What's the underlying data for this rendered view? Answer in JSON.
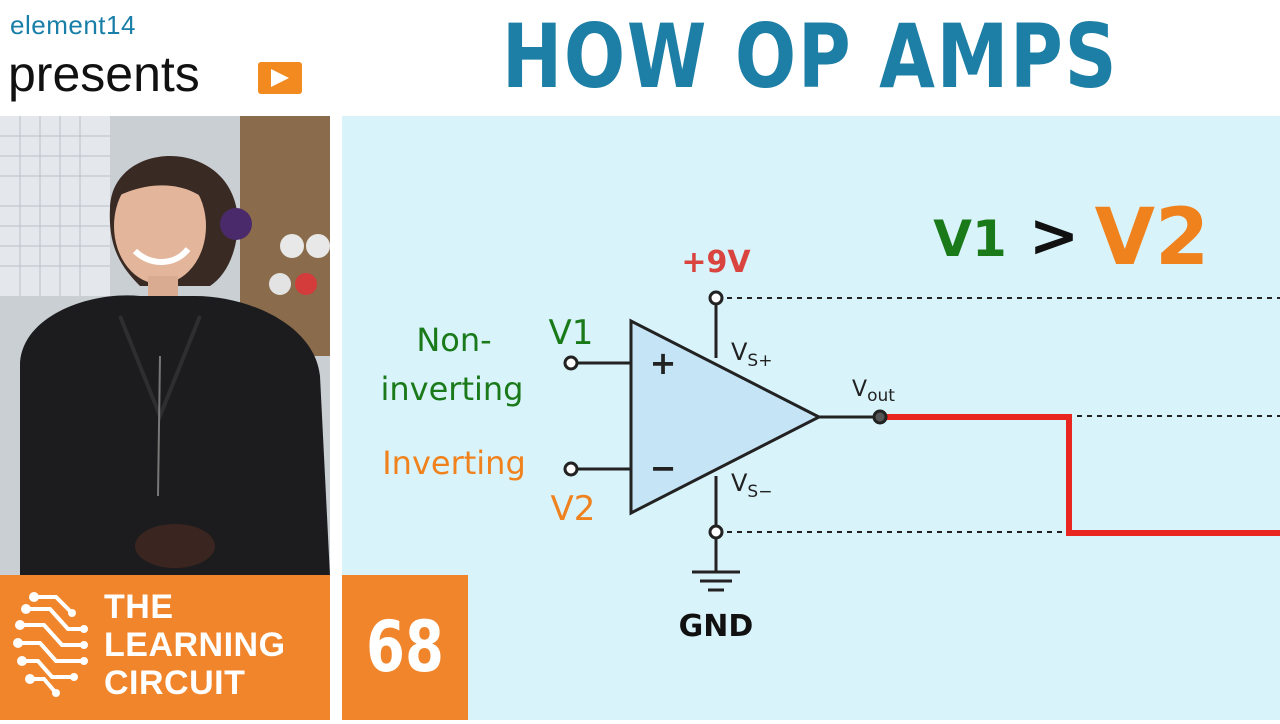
{
  "branding": {
    "company": "element14",
    "presents": "presents",
    "show_line1": "THE",
    "show_line2": "LEARNING",
    "show_line3": "CIRCUIT",
    "episode": "68",
    "accent_color": "#f0852b",
    "title_color": "#1e7fa6"
  },
  "title": "HOW OP AMPS WORK",
  "diagram": {
    "supply_label": "+9V",
    "comparison_left": "V1",
    "comparison_op": ">",
    "comparison_right": "V2",
    "input_plus_name": "V1",
    "input_plus_desc_1": "Non-",
    "input_plus_desc_2": "inverting",
    "input_minus_desc": "Inverting",
    "input_minus_name": "V2",
    "plus_sign": "+",
    "minus_sign": "−",
    "vs_plus_main": "V",
    "vs_plus_sub": "S+",
    "vs_minus_main": "V",
    "vs_minus_sub": "S−",
    "vout_main": "V",
    "vout_sub": "out",
    "ground_label": "GND",
    "colors": {
      "green": "#1a7a1a",
      "orange": "#f0821e",
      "red": "#e8251f",
      "supply_red": "#d9443f"
    }
  }
}
